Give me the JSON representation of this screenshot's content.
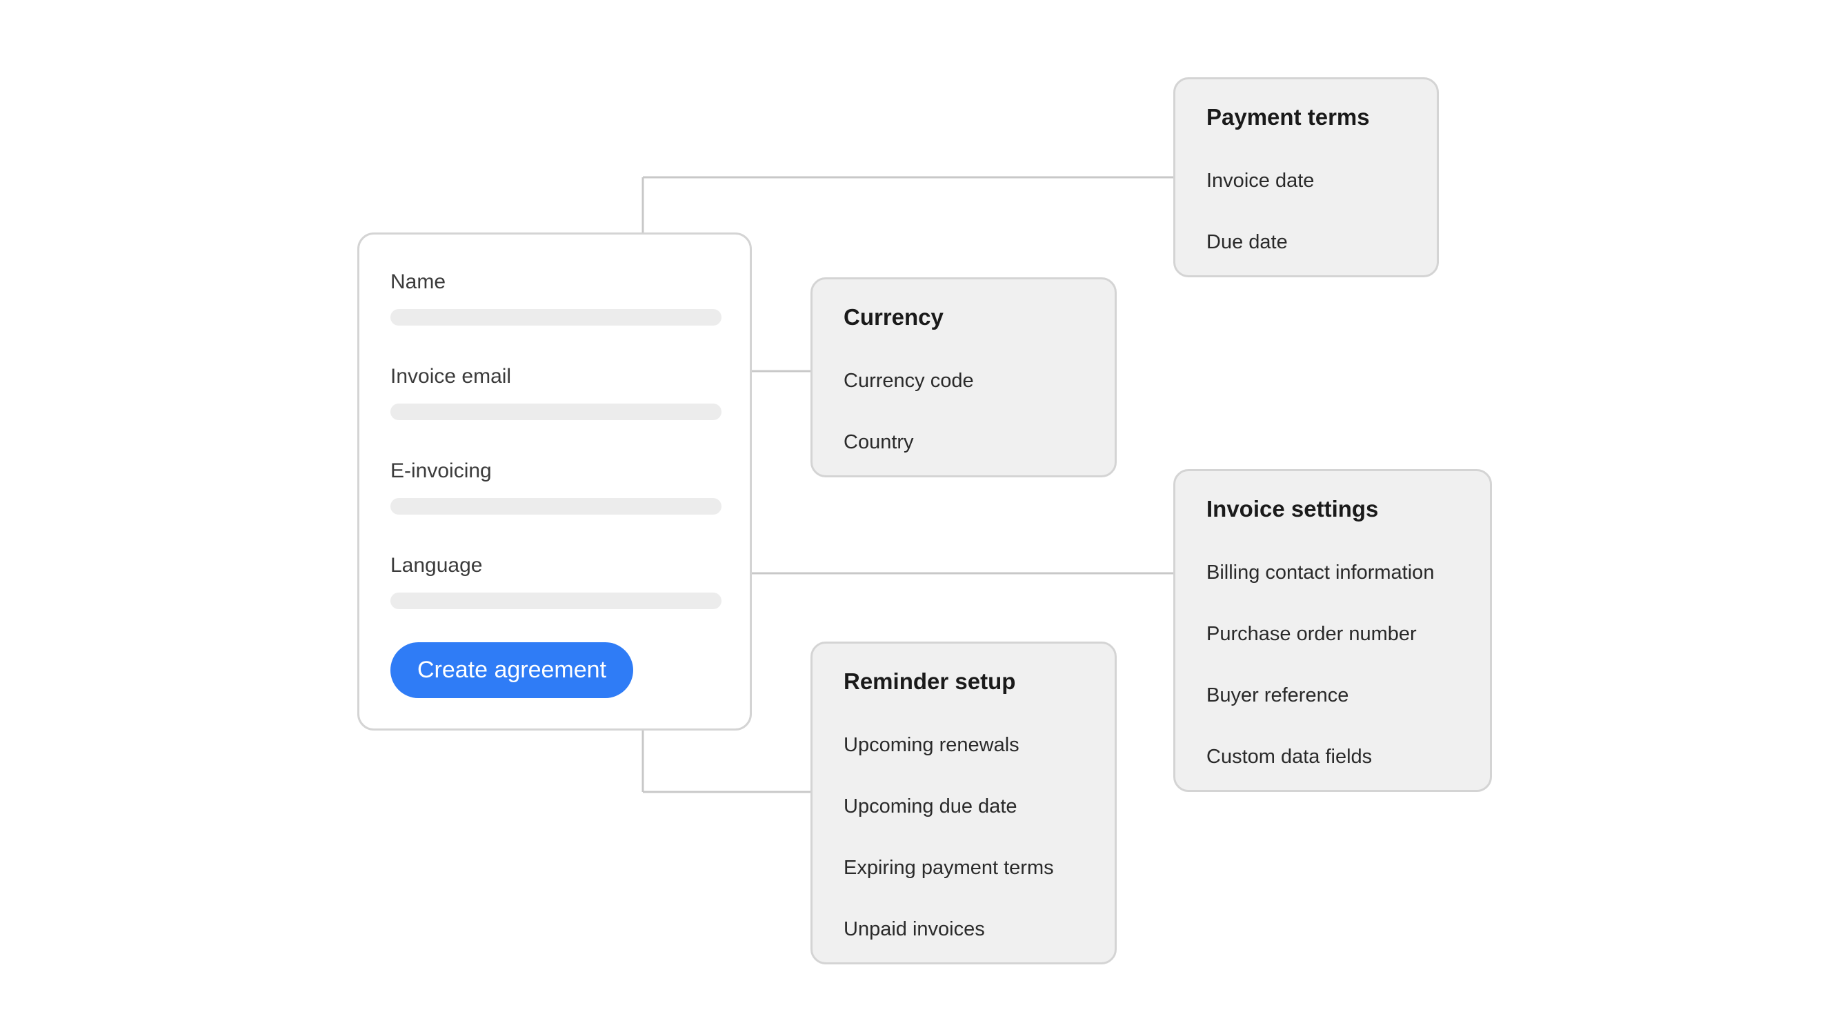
{
  "form": {
    "fields": [
      {
        "label": "Name"
      },
      {
        "label": "Invoice email"
      },
      {
        "label": "E-invoicing"
      },
      {
        "label": "Language"
      }
    ],
    "button_label": "Create agreement"
  },
  "boxes": {
    "payment_terms": {
      "title": "Payment terms",
      "items": [
        "Invoice date",
        "Due date"
      ]
    },
    "currency": {
      "title": "Currency",
      "items": [
        "Currency code",
        "Country"
      ]
    },
    "invoice_settings": {
      "title": "Invoice settings",
      "items": [
        "Billing contact information",
        "Purchase order number",
        "Buyer reference",
        "Custom data fields"
      ]
    },
    "reminder_setup": {
      "title": "Reminder setup",
      "items": [
        "Upcoming renewals",
        "Upcoming due date",
        "Expiring payment terms",
        "Unpaid invoices"
      ]
    }
  },
  "colors": {
    "accent": "#2f7cf6",
    "box_background": "#f0f0f0",
    "border": "#d4d4d4",
    "connector": "#c8c8c8",
    "input_placeholder": "#ececec"
  }
}
